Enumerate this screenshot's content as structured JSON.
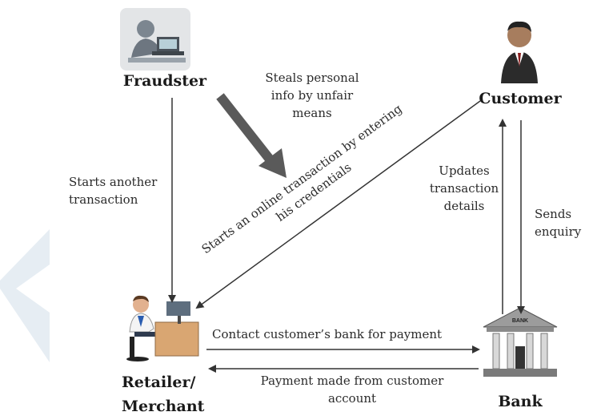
{
  "nodes": {
    "fraudster": {
      "label": "Fraudster",
      "icon": "hacker-at-laptop-icon"
    },
    "customer": {
      "label": "Customer",
      "icon": "businessman-icon"
    },
    "retailer": {
      "label_line1": "Retailer/",
      "label_line2": "Merchant",
      "icon": "person-at-computer-desk-icon"
    },
    "bank": {
      "label": "Bank",
      "icon": "bank-building-icon",
      "sign": "BANK"
    }
  },
  "edges": {
    "steals": {
      "lines": [
        "Steals personal",
        "info by unfair",
        "means"
      ]
    },
    "starts_another": {
      "lines": [
        "Starts another",
        "transaction"
      ]
    },
    "online": {
      "lines": [
        "Starts an online transaction by entering",
        "his credentials"
      ]
    },
    "updates": {
      "lines": [
        "Updates",
        "transaction",
        "details"
      ]
    },
    "sends": {
      "lines": [
        "Sends",
        "enquiry"
      ]
    },
    "contact": {
      "label": "Contact customer’s bank for payment"
    },
    "payment": {
      "lines": [
        "Payment made from customer",
        "account"
      ]
    }
  },
  "colors": {
    "arrow": "#333333",
    "thick_arrow": "#5a5a5a",
    "watermark": "#e6edf3"
  }
}
